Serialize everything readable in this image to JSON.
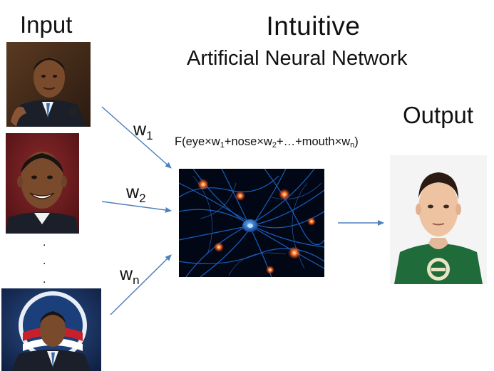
{
  "title": "Intuitive",
  "subtitle": "Artificial Neural Network",
  "input_label": "Input",
  "output_label": "Output",
  "formula": {
    "prefix": "F(eye×w",
    "sub1": "1",
    "mid1": "+nose×w",
    "sub2": "2",
    "mid2": "+…+mouth×w",
    "subn": "n",
    "suffix": ")"
  },
  "weights": [
    {
      "base": "w",
      "sub": "1"
    },
    {
      "base": "w",
      "sub": "2"
    },
    {
      "base": "w",
      "sub": "n"
    }
  ],
  "ellipsis": [
    ".",
    ".",
    "."
  ],
  "colors": {
    "arrow": "#4f81bd",
    "network_bg": "#020716",
    "neuron_blue": "#1d6fd8",
    "spark": "#ff5a1f",
    "shirt_green": "#1f6b3a",
    "suit_dark": "#1b1f2a"
  }
}
